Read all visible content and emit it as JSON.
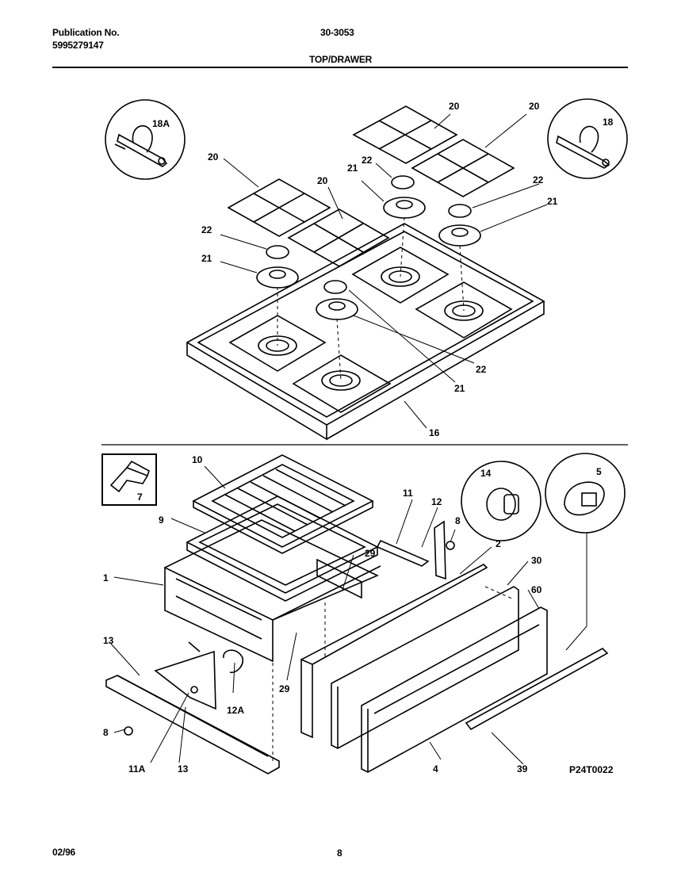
{
  "header": {
    "publication_label": "Publication No.",
    "publication_number": "5995279147",
    "model": "30-3053",
    "section_title": "TOP/DRAWER"
  },
  "footer": {
    "date": "02/96",
    "page": "8"
  },
  "diagram": {
    "drawing_code": "P24T0022",
    "callouts": {
      "c18A": "18A",
      "c18": "18",
      "c20a": "20",
      "c20b": "20",
      "c20c": "20",
      "c20d": "20",
      "c22a": "22",
      "c22b": "22",
      "c22c": "22",
      "c22d": "22",
      "c21a": "21",
      "c21b": "21",
      "c21c": "21",
      "c21d": "21",
      "c16": "16",
      "c7": "7",
      "c10": "10",
      "c9": "9",
      "c1": "1",
      "c11": "11",
      "c12": "12",
      "c8a": "8",
      "c8b": "8",
      "c14": "14",
      "c5": "5",
      "c2": "2",
      "c30": "30",
      "c60": "60",
      "c29a": "29",
      "c29b": "29",
      "c13a": "13",
      "c13b": "13",
      "c12A": "12A",
      "c11A": "11A",
      "c4": "4",
      "c39": "39"
    }
  }
}
